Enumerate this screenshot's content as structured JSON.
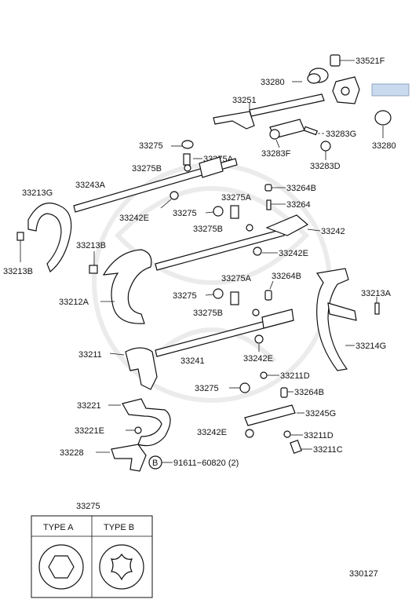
{
  "callouts": {
    "p33521F": "33521F",
    "p33280a": "33280",
    "p33251": "33251",
    "p33280b": "33280",
    "p33283G": "33283G",
    "p33283F": "33283F",
    "p33283D": "33283D",
    "p33275top": "33275",
    "p33275A_top": "33275A",
    "p33275B_top": "33275B",
    "p33243A": "33243A",
    "p33213G": "33213G",
    "p33242E_a": "33242E",
    "p33264B_a": "33264B",
    "p33275A_mid": "33275A",
    "p33264": "33264",
    "p33275_mid": "33275",
    "p33275B_mid": "33275B",
    "p33242": "33242",
    "p33213B_left": "33213B",
    "p33213B_mid": "33213B",
    "p33242E_b": "33242E",
    "p33212A": "33212A",
    "p33275A_low": "33275A",
    "p33264B_b": "33264B",
    "p33275_low": "33275",
    "p33213A": "33213A",
    "p33275B_low": "33275B",
    "p33214G": "33214G",
    "p33211": "33211",
    "p33241": "33241",
    "p33242E_c": "33242E",
    "p33211D_a": "33211D",
    "p33275_bot": "33275",
    "p33264B_c": "33264B",
    "p33221": "33221",
    "p33245G": "33245G",
    "p33221E": "33221E",
    "p33242E_d": "33242E",
    "p33211D_b": "33211D",
    "p33228": "33228",
    "p33211C": "33211C",
    "p91611": "91611−60820 (2)"
  },
  "circle_marker": "B",
  "legend": {
    "part_number": "33275",
    "type_a": "TYPE A",
    "type_b": "TYPE B"
  },
  "diagram_number": "330127",
  "colors": {
    "highlight_box": "#c9d9ee",
    "ink": "#111111"
  }
}
